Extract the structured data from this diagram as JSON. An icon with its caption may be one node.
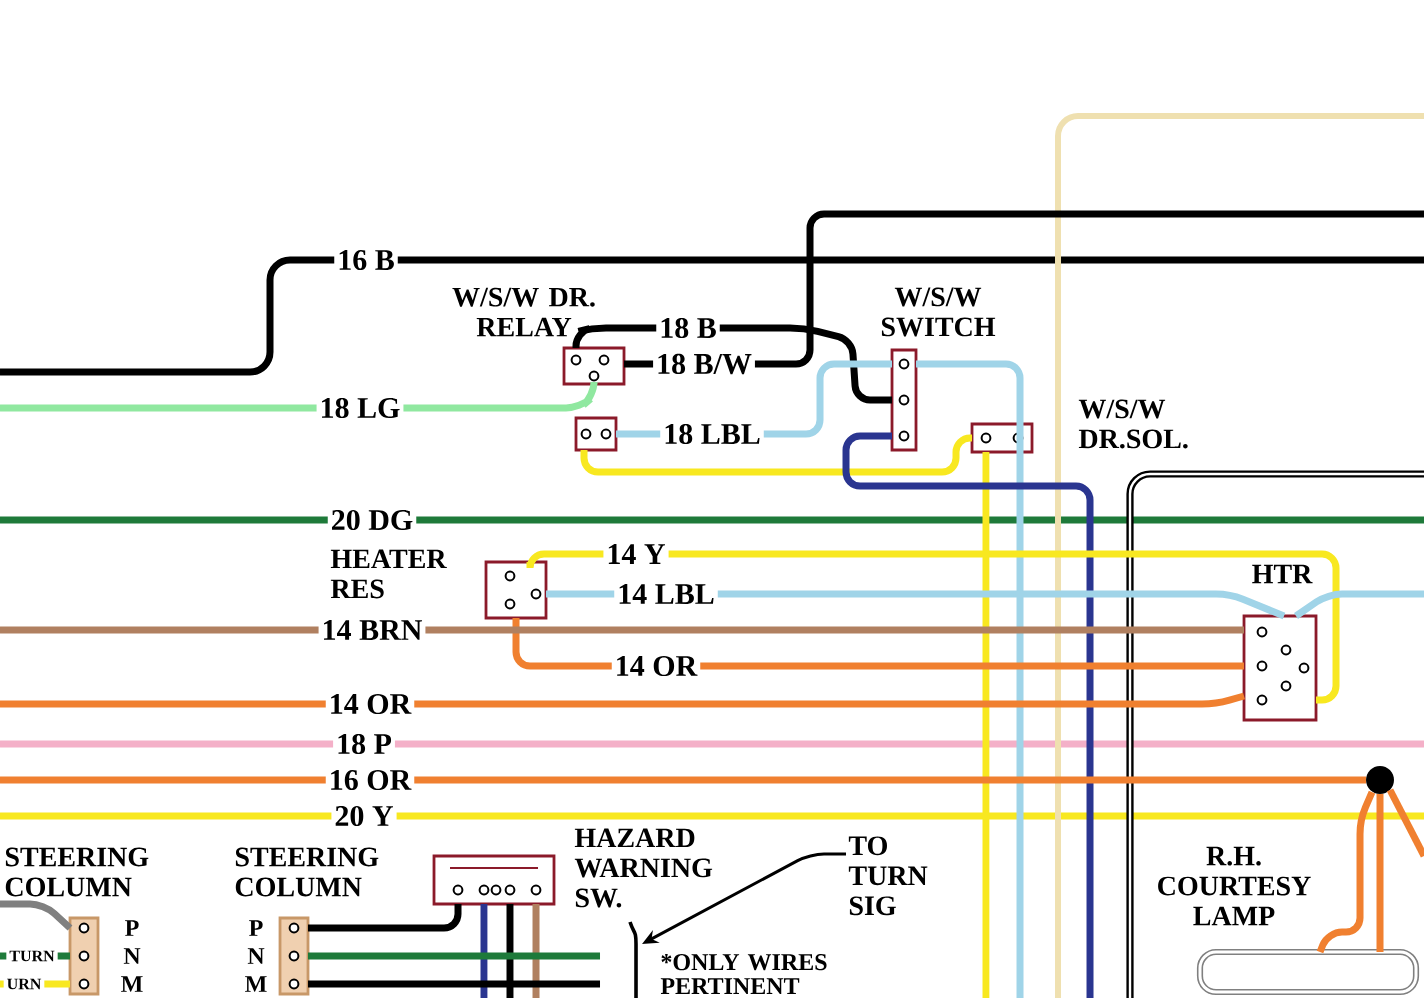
{
  "diagram": {
    "nodes": [
      {
        "text": [
          "W/S/W DR. RELAY"
        ]
      },
      {
        "text": [],
        "shape": "box"
      },
      {
        "text": [
          "W/S/W SWITCH"
        ]
      },
      {
        "text": [
          "W/S/W DR.SOL."
        ]
      },
      {
        "text": [
          "HEATER RES"
        ]
      },
      {
        "text": [
          "HTR"
        ]
      },
      {
        "text": [
          "HAZARD WARNING SW."
        ]
      },
      {
        "text": [
          "STEERING COLUMN"
        ],
        "beside": [
          "P",
          "N",
          "M"
        ]
      },
      {
        "text": [
          "STEERING COLUMN"
        ],
        "beside": [
          "P",
          "N",
          "M"
        ]
      },
      {
        "text": [
          "TO TURN SIG"
        ]
      },
      {
        "text": [
          "R.H. COURTESY LAMP"
        ]
      },
      {
        "text": [],
        "shape": "circle"
      },
      {
        "text": [],
        "shape": "bracket"
      }
    ],
    "edges": [
      {
        "from": 0,
        "to": 2,
        "arrow": "none",
        "label": "18 B",
        "color": "#000000"
      },
      {
        "from": 0,
        "to": null,
        "arrow": "none",
        "label": "18 B/W",
        "color": "#000000"
      },
      {
        "from": null,
        "to": 0,
        "arrow": "none",
        "label": "18 LG",
        "color": "#90e8a0"
      },
      {
        "from": 1,
        "to": 2,
        "arrow": "none",
        "label": "18 LBL",
        "color": "#a0d4e8"
      },
      {
        "from": 2,
        "to": null,
        "arrow": "none",
        "color": "#a0d4e8"
      },
      {
        "from": 1,
        "to": 3,
        "arrow": "none",
        "color": "#f8e820"
      },
      {
        "from": 3,
        "to": null,
        "arrow": "none",
        "color": "#f8e820"
      },
      {
        "from": 2,
        "to": null,
        "arrow": "none",
        "color": "#2a3590"
      },
      {
        "from": 4,
        "to": 5,
        "arrow": "none",
        "label": "14 Y",
        "color": "#f8e820"
      },
      {
        "from": 4,
        "to": 5,
        "arrow": "none",
        "label": "14 LBL",
        "color": "#a0d4e8"
      },
      {
        "from": 4,
        "to": 5,
        "arrow": "none",
        "label": "14 OR",
        "color": "#f08030"
      },
      {
        "from": null,
        "to": 5,
        "arrow": "none",
        "label": "14 BRN",
        "color": "#b08060"
      },
      {
        "from": null,
        "to": 5,
        "arrow": "none",
        "label": "14 OR",
        "color": "#f08030"
      },
      {
        "from": null,
        "to": 11,
        "arrow": "none",
        "label": "16 OR",
        "color": "#f08030"
      },
      {
        "from": 11,
        "to": 10,
        "arrow": "none",
        "color": "#f08030"
      },
      {
        "from": 11,
        "to": 10,
        "arrow": "none",
        "color": "#f08030"
      },
      {
        "from": 11,
        "to": null,
        "arrow": "none",
        "color": "#f08030"
      },
      {
        "from": 6,
        "to": 8,
        "arrow": "none",
        "color": "#000000"
      },
      {
        "from": 6,
        "to": null,
        "arrow": "none",
        "color": "#2a3590"
      },
      {
        "from": 6,
        "to": null,
        "arrow": "none",
        "color": "#000000"
      },
      {
        "from": 6,
        "to": null,
        "arrow": "none",
        "color": "#b08060"
      },
      {
        "from": 8,
        "to": null,
        "arrow": "none",
        "color": "#1e7a3a"
      },
      {
        "from": 8,
        "to": null,
        "arrow": "none",
        "color": "#000000"
      },
      {
        "from": null,
        "to": 7,
        "arrow": "none",
        "color": "#808080"
      },
      {
        "from": null,
        "to": 7,
        "arrow": "none",
        "label": "TURN",
        "color": "#1e7a3a"
      },
      {
        "from": null,
        "to": 7,
        "arrow": "none",
        "label": "URN",
        "color": "#f8e820"
      },
      {
        "from": 9,
        "to": 12,
        "arrow": "to",
        "color": "#000000"
      },
      {
        "from": 5,
        "to": null,
        "arrow": "none",
        "color": "#a0d4e8"
      }
    ],
    "labels": [
      "16 B",
      "20 DG",
      "18 P",
      "20 Y",
      "*ONLY WIRES PERTINENT"
    ]
  }
}
